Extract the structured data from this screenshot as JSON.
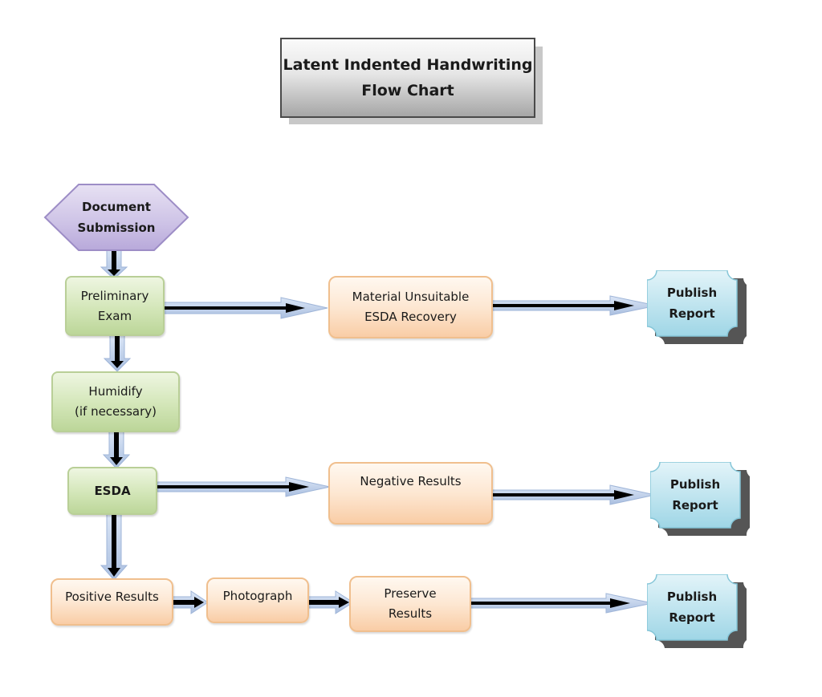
{
  "title": {
    "line1": "Latent Indented Handwriting",
    "line2": "Flow Chart"
  },
  "nodes": {
    "document_submission": {
      "line1": "Document",
      "line2": "Submission"
    },
    "preliminary_exam": {
      "line1": "Preliminary",
      "line2": "Exam"
    },
    "humidify": {
      "line1": "Humidify",
      "line2": "(if necessary)"
    },
    "esda": {
      "label": "ESDA"
    },
    "material_unsuitable": {
      "line1": "Material Unsuitable",
      "line2": "ESDA Recovery"
    },
    "negative_results": {
      "label": "Negative Results"
    },
    "positive_results": {
      "label": "Positive Results"
    },
    "photograph": {
      "label": "Photograph"
    },
    "preserve_results": {
      "line1": "Preserve",
      "line2": "Results"
    },
    "publish_report_1": {
      "line1": "Publish",
      "line2": "Report"
    },
    "publish_report_2": {
      "line1": "Publish",
      "line2": "Report"
    },
    "publish_report_3": {
      "line1": "Publish",
      "line2": "Report"
    }
  },
  "colors": {
    "process_green": "#d3e6b8",
    "outcome_orange": "#fde7d2",
    "start_purple": "#c9bde4",
    "report_teal": "#b9e3ee",
    "arrow_fill": "#c6d6ef",
    "arrow_dark": "#000000"
  }
}
